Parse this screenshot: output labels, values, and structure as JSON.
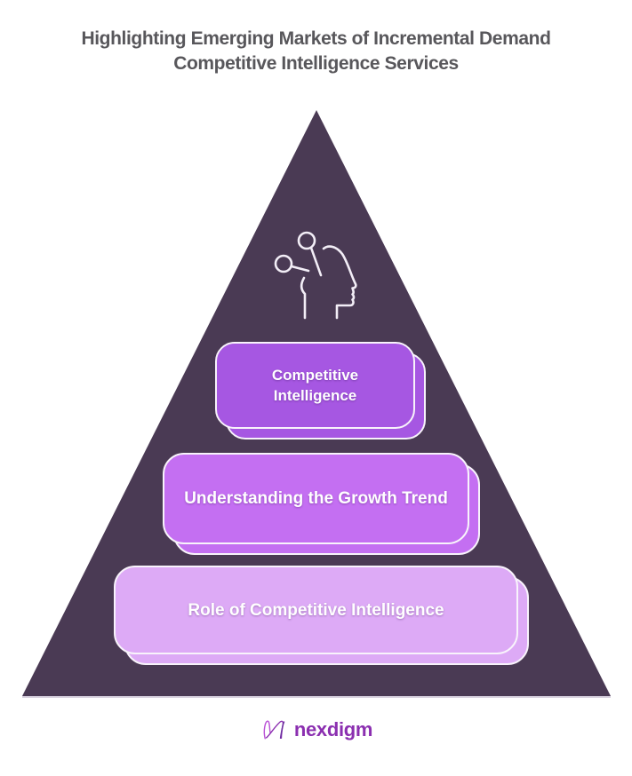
{
  "title": {
    "line1": "Highlighting Emerging Markets of Incremental Demand",
    "line2": "Competitive Intelligence Services"
  },
  "pyramid": {
    "triangle_color": "#4a3a54",
    "icon": "head-with-pins-insight-icon",
    "levels": [
      {
        "label": "Competitive Intelligence",
        "fill": "#a657e2"
      },
      {
        "label": "Understanding the Growth Trend",
        "fill": "#c46ff2"
      },
      {
        "label": "Role of Competitive Intelligence",
        "fill": "#ddaaf6"
      }
    ]
  },
  "footer": {
    "brand": "nexdigm",
    "brand_color": "#8b2fb0"
  }
}
